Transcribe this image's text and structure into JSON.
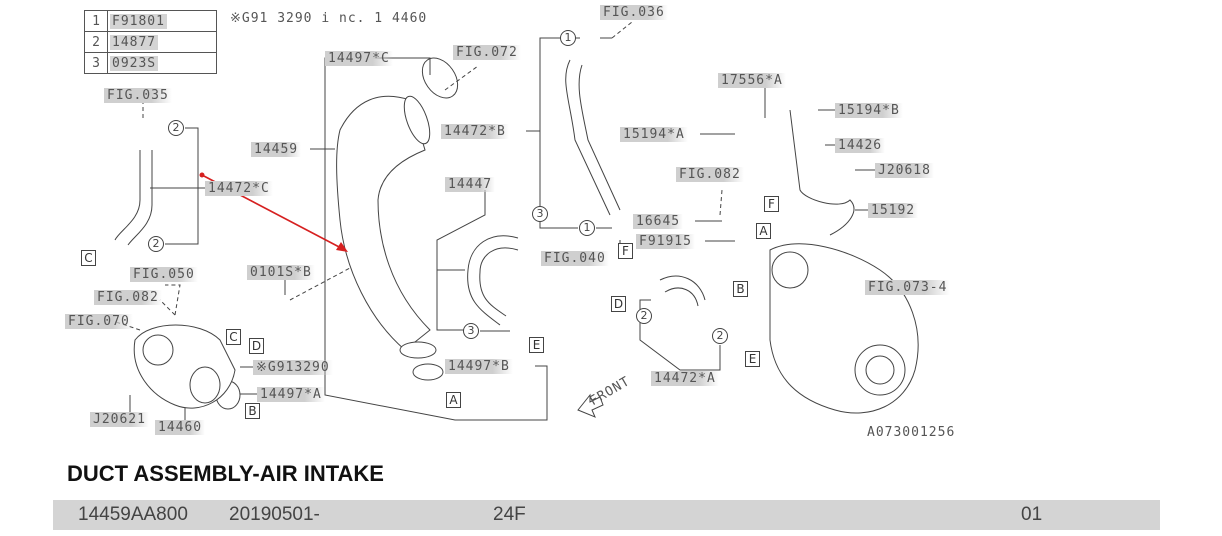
{
  "legend": [
    {
      "num": "1",
      "part": "F91801"
    },
    {
      "num": "2",
      "part": "14877"
    },
    {
      "num": "3",
      "part": "0923S"
    }
  ],
  "note": "※G91 3290 i nc. 1 4460",
  "labels": [
    "FIG.036",
    "FIG.072",
    "14497*C",
    "FIG.035",
    "17556*A",
    "14472*B",
    "15194*A",
    "15194*B",
    "14459",
    "14426",
    "FIG.082",
    "J20618",
    "14472*C",
    "14447",
    "15192",
    "16645",
    "F91915",
    "FIG.040",
    "0101S*B",
    "FIG.050",
    "FIG.073-4",
    "FIG.082",
    "FIG.070",
    "※G913290",
    "14497*B",
    "14472*A",
    "14497*A",
    "J20621",
    "14460"
  ],
  "boxes": [
    "C",
    "C",
    "D",
    "B",
    "A",
    "E",
    "F",
    "F",
    "A",
    "B",
    "D",
    "E"
  ],
  "circles": [
    "2",
    "2",
    "1",
    "1",
    "3",
    "3",
    "2",
    "2"
  ],
  "front_label": "FRONT",
  "diagram_id": "A073001256",
  "title": "DUCT ASSEMBLY-AIR INTAKE",
  "part_row": {
    "part_number": "14459AA800",
    "date": "20190501-",
    "code": "24F",
    "qty": "01"
  },
  "colors": {
    "annotation_arrow": "#d62020",
    "row_bg": "#d4d4d4"
  }
}
